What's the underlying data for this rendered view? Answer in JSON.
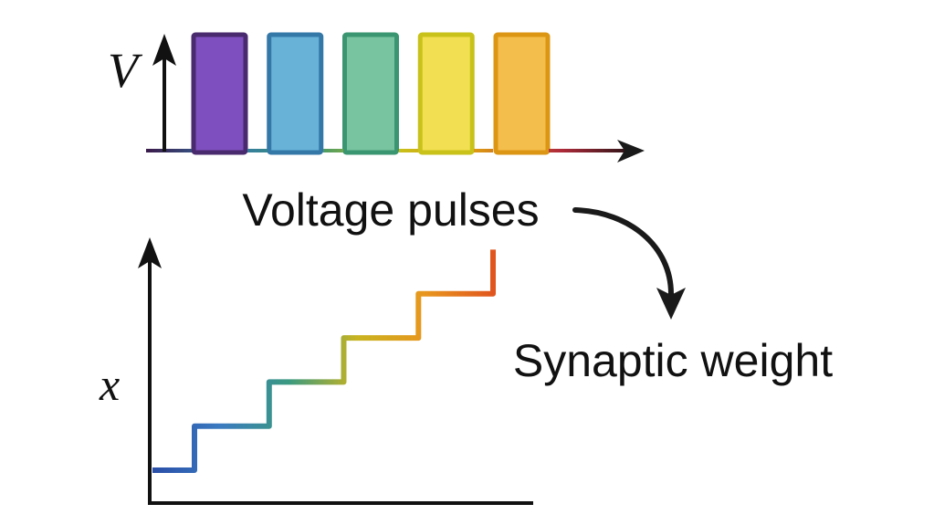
{
  "diagram": {
    "top_plot": {
      "y_axis_label": "V",
      "caption": "Voltage pulses",
      "pulses": [
        {
          "name": "pulse-1",
          "fill": "#7e4fbf",
          "stroke": "#4a2a6e"
        },
        {
          "name": "pulse-2",
          "fill": "#68b2d8",
          "stroke": "#3478a8"
        },
        {
          "name": "pulse-3",
          "fill": "#78c4a0",
          "stroke": "#3a9670"
        },
        {
          "name": "pulse-4",
          "fill": "#f3df52",
          "stroke": "#c8c21a"
        },
        {
          "name": "pulse-5",
          "fill": "#f4be4c",
          "stroke": "#dc9614"
        }
      ],
      "baseline_gradient": [
        "#3a1a4a",
        "#3478a8",
        "#3a9670",
        "#c8c21a",
        "#dc9614",
        "#b02a3a",
        "#111111"
      ]
    },
    "bottom_plot": {
      "y_axis_label": "x",
      "steps": 5,
      "levels": [
        1,
        2,
        3,
        4,
        5,
        6
      ],
      "line_gradient": [
        "#2a4ea8",
        "#3a7ac0",
        "#3a9a80",
        "#c8b420",
        "#e8961e",
        "#e0561e"
      ]
    },
    "arrow_target_label": "Synaptic weight"
  }
}
